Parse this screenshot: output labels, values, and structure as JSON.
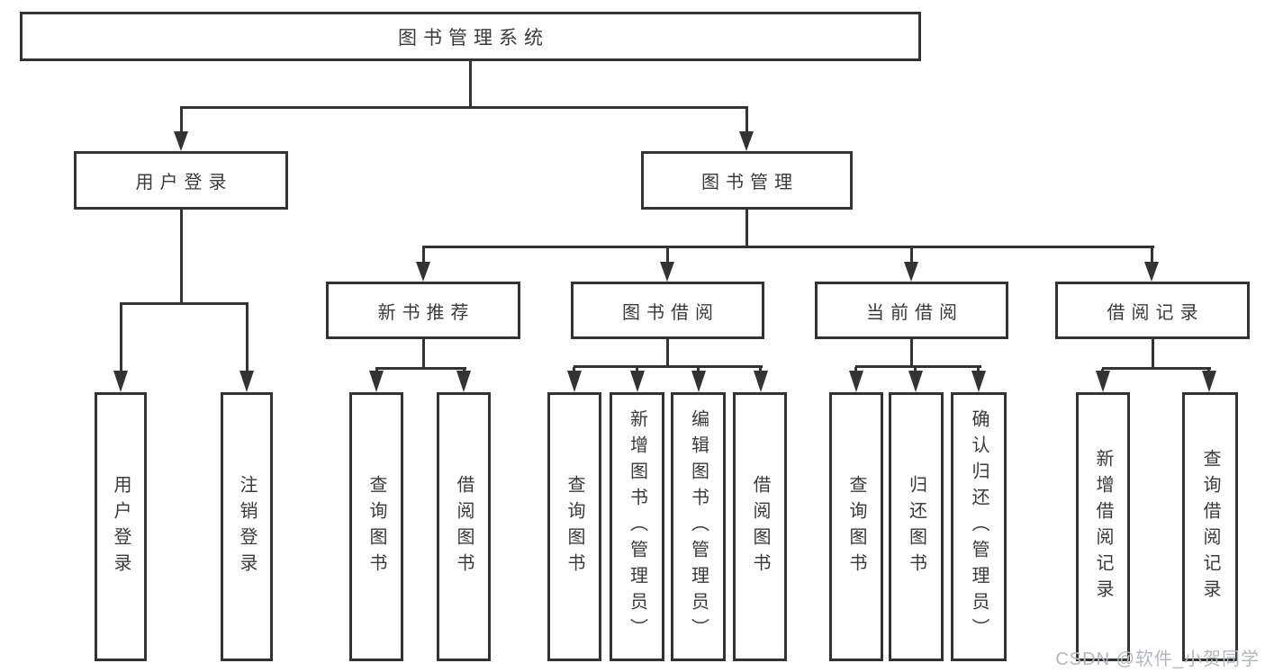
{
  "diagram": {
    "title": "图书管理系统",
    "root": "图书管理系统",
    "user_login": "用户登录",
    "book_mgmt": "图书管理",
    "user_login_children": [
      "用户登录",
      "注销登录"
    ],
    "book_mgmt_children": [
      "新书推荐",
      "图书借阅",
      "当前借阅",
      "借阅记录"
    ],
    "new_books_children": [
      "查询图书",
      "借阅图书"
    ],
    "borrow_children": [
      "查询图书",
      "新增图书（管理员）",
      "编辑图书（管理员）",
      "借阅图书"
    ],
    "current_children": [
      "查询图书",
      "归还图书",
      "确认归还（管理员）"
    ],
    "records_children": [
      "新增借阅记录",
      "查询借阅记录"
    ]
  },
  "watermark": "CSDN @软件_小贺同学",
  "colors": {
    "line": "#333333",
    "text": "#3a3a3a",
    "watermark": "#b3b7bc",
    "background": "#ffffff"
  }
}
